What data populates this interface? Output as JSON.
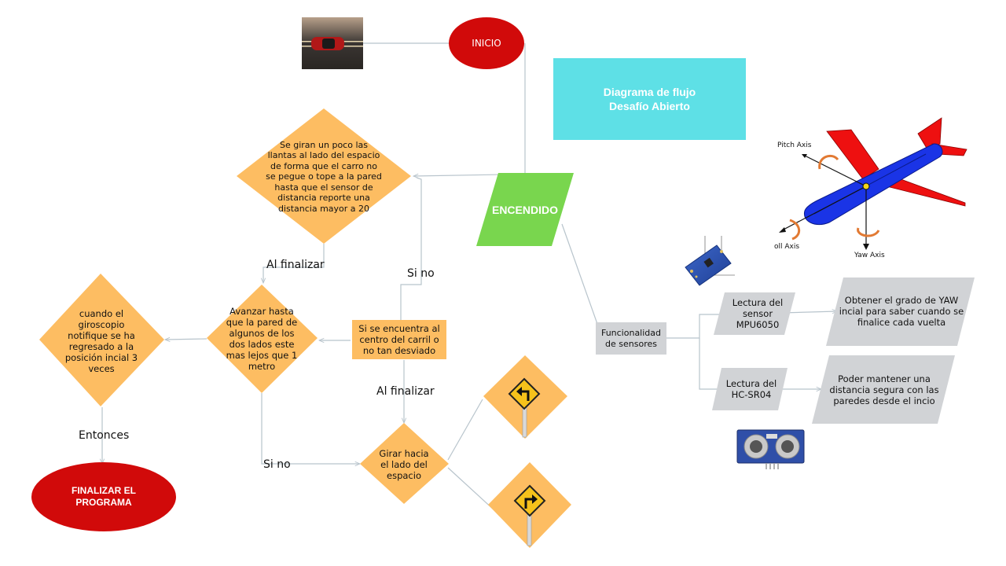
{
  "title": {
    "line1": "Diagrama de flujo",
    "line2": "Desafío Abierto"
  },
  "nodes": {
    "inicio": "INICIO",
    "encendido": "ENCENDIDO",
    "diamond_top": "Se giran un poco las llantas al lado del espacio de forma que el carro no se pegue o tope a la pared hasta que el sensor de distancia reporte una distancia mayor a 20",
    "diamond_mid": "Avanzar hasta que la pared de algunos de los dos lados este mas lejos que 1 metro",
    "diamond_left": "cuando el giroscopio notifique se ha regresado a la posición incial 3 veces",
    "box_center": "Si se encuentra al centro del carril o no tan desviado",
    "diamond_turn": "Girar hacia el lado del espacio",
    "finalizar": "FINALIZAR EL PROGRAMA",
    "funcionalidad": "Funcionalidad de sensores",
    "lectura_mpu": "Lectura del sensor MPU6050",
    "lectura_hc": "Lectura del HC-SR04",
    "obtener_yaw": "Obtener el grado de YAW incial para saber cuando se finalice cada vuelta",
    "mantener_dist": "Poder mantener una distancia segura con las paredes desde el incio"
  },
  "edge_labels": {
    "al_finalizar_1": "Al finalizar",
    "si_no_1": "Si no",
    "al_finalizar_2": "Al finalizar",
    "si_no_2": "Si no",
    "entonces": "Entonces"
  },
  "plane": {
    "pitch": "Pitch Axis",
    "roll": "oll Axis",
    "yaw": "Yaw Axis"
  },
  "colors": {
    "red": "#d10a0a",
    "orange": "#fdbd62",
    "green": "#79d64e",
    "cyan": "#5ee0e6",
    "gray": "#d1d3d6",
    "plane_body": "#1a34e6",
    "plane_wing": "#ee1010",
    "sign_yellow": "#f6c21b"
  },
  "icons": [
    "car-photo-icon",
    "left-turn-sign-icon",
    "right-turn-sign-icon",
    "airplane-axes-icon",
    "mpu6050-board-icon",
    "ultrasonic-sensor-icon"
  ]
}
